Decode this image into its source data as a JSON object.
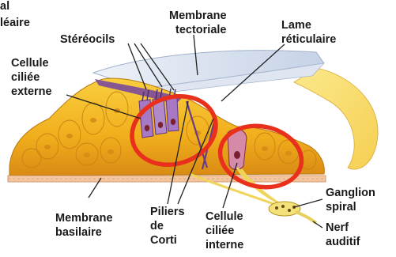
{
  "labels": {
    "ganglion_fragment": [
      "al",
      "léaire"
    ],
    "membrane_tectoriale": [
      "Membrane",
      "tectoriale"
    ],
    "stereocils": [
      "Stéréocils"
    ],
    "lame_reticulaire": [
      "Lame",
      "réticulaire"
    ],
    "cellule_ciliee_externe": [
      "Cellule",
      "ciliée",
      "externe"
    ],
    "ganglion_spiral": [
      "Ganglion",
      "spiral"
    ],
    "membrane_basilaire": [
      "Membrane",
      "basilaire"
    ],
    "piliers_de_corti": [
      "Piliers",
      "de",
      "Corti"
    ],
    "cellule_ciliee_interne": [
      "Cellule",
      "ciliée",
      "interne"
    ],
    "nerf_auditif": [
      "Nerf",
      "auditif"
    ]
  },
  "colors": {
    "highlight": "#e8301c",
    "tissue": "#f2b41e",
    "tectorial_membrane": "#cfd9ea",
    "cell_purple": "#7a4a9c",
    "nerve": "#f3e27a"
  }
}
